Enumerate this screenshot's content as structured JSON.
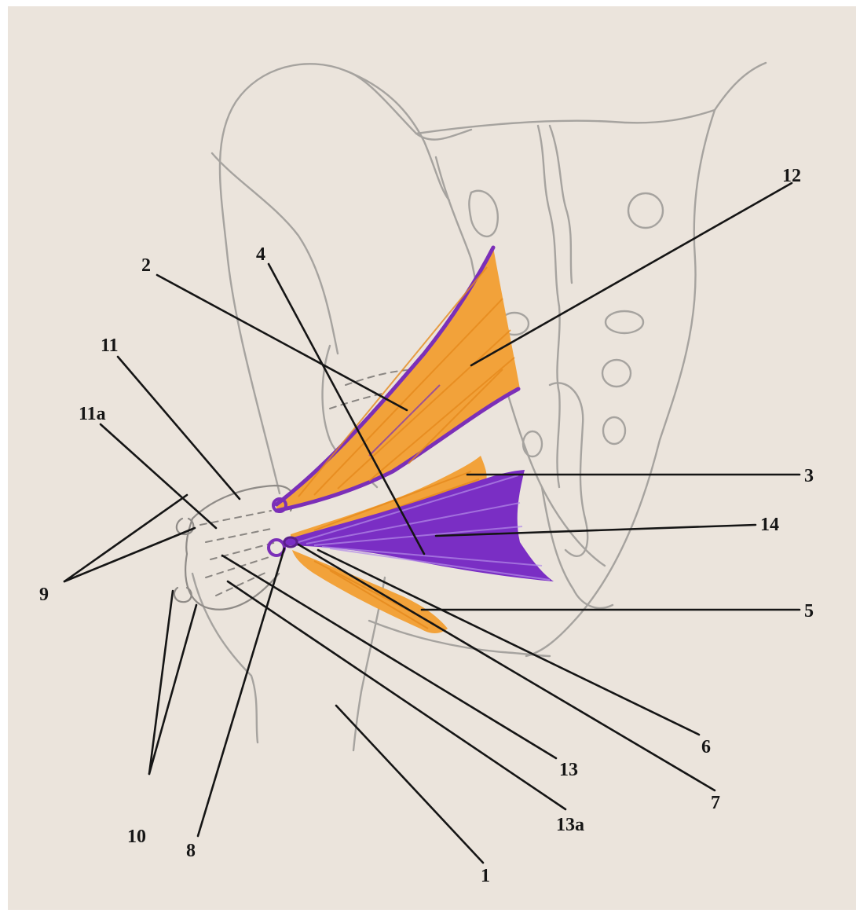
{
  "labels": {
    "l1": "1",
    "l2": "2",
    "l3": "3",
    "l4": "4",
    "l5": "5",
    "l6": "6",
    "l7": "7",
    "l8": "8",
    "l9": "9",
    "l10": "10",
    "l11": "11",
    "l11a": "11a",
    "l12": "12",
    "l13": "13",
    "l13a": "13a",
    "l14": "14"
  },
  "colors": {
    "paper": "#ebe4dc",
    "pencil": "#a6a39f",
    "orange_fill": "#f2a23a",
    "purple_outline": "#7b2fb8",
    "purple_fill": "#7a2ec4",
    "leader": "#151515"
  }
}
